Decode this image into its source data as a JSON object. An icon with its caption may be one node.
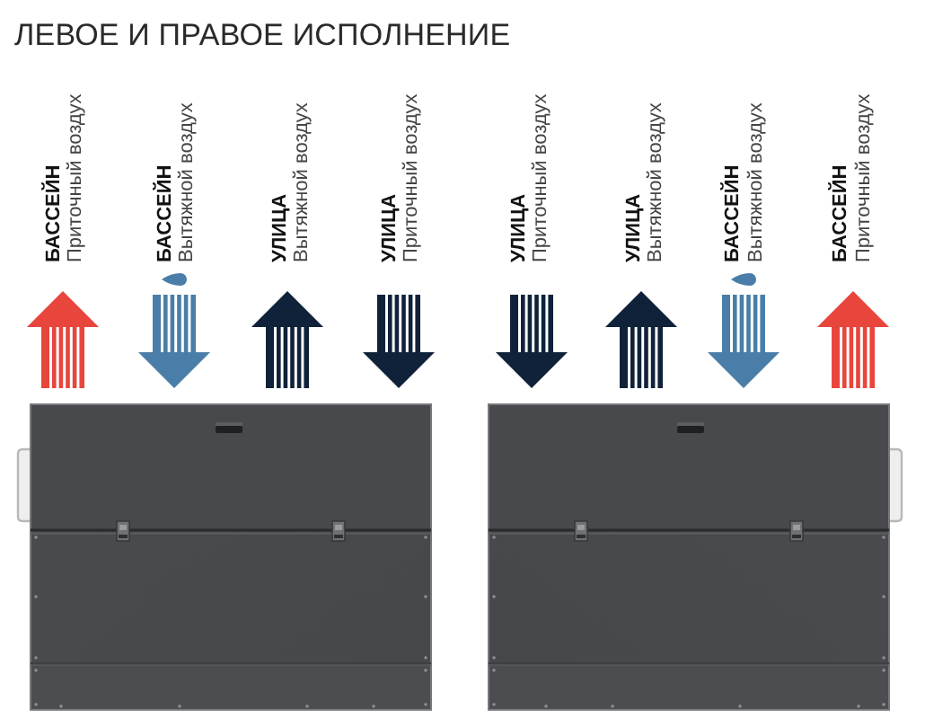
{
  "diagram": {
    "title": "ЛЕВОЕ И ПРАВОЕ ИСПОЛНЕНИЕ",
    "labels": [
      "БАССЕЙН",
      "Приточный воздух",
      "БАССЕЙН",
      "Вытяжной воздух",
      "УЛИЦА",
      "Вытяжной воздух",
      "УЛИЦА",
      "Приточный воздух",
      "УЛИЦА",
      "Приточный воздух",
      "УЛИЦА",
      "Вытяжной воздух",
      "БАССЕЙН",
      "Вытяжной воздух",
      "БАССЕЙН",
      "Приточный воздух"
    ]
  }
}
